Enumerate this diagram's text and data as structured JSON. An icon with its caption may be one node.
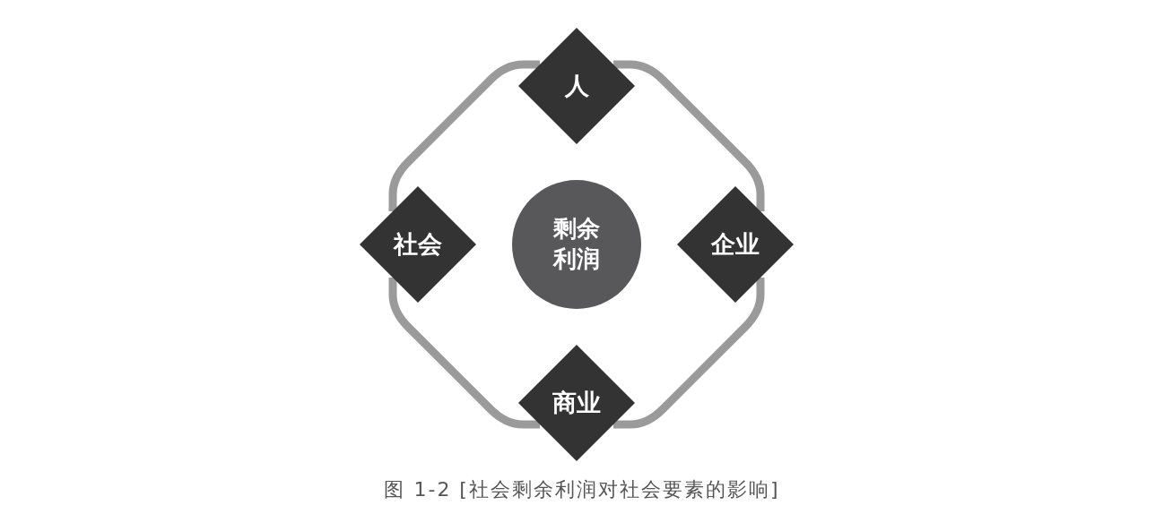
{
  "diagram": {
    "caption": "图 1-2 [社会剩余利润对社会要素的影响]",
    "nodes": [
      {
        "text": [
          "人"
        ]
      },
      {
        "text": [
          "社会"
        ]
      },
      {
        "text": [
          "剩余利润"
        ]
      },
      {
        "text": [
          "企业"
        ]
      },
      {
        "text": [
          "商业"
        ]
      }
    ],
    "edges": [
      {
        "from": 0,
        "to": 3,
        "arrow": "none"
      },
      {
        "from": 3,
        "to": 4,
        "arrow": "none"
      },
      {
        "from": 4,
        "to": 1,
        "arrow": "none"
      },
      {
        "from": 1,
        "to": 0,
        "arrow": "none"
      }
    ]
  }
}
